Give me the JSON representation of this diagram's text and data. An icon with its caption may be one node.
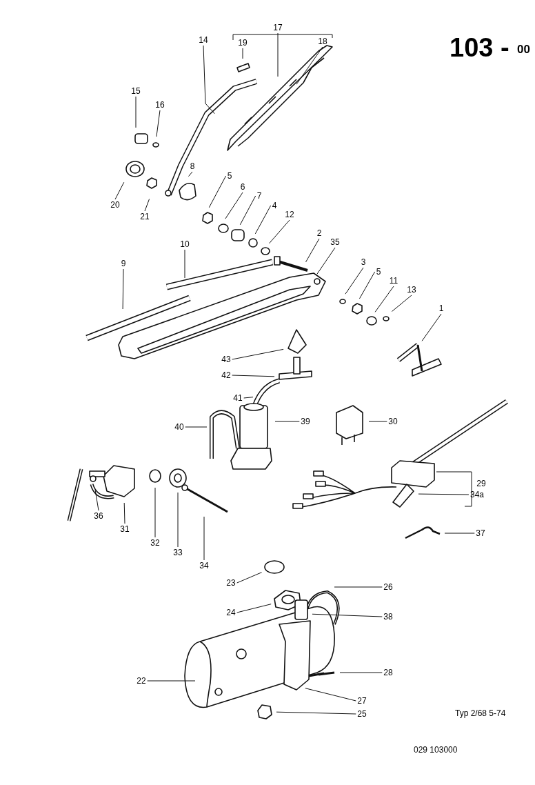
{
  "diagram": {
    "nodes": [
      {
        "text": [
          "17"
        ]
      },
      {
        "text": [
          "19"
        ]
      },
      {
        "text": [
          "18"
        ]
      },
      {
        "text": [
          "14"
        ]
      },
      {
        "text": [
          "15"
        ]
      },
      {
        "text": [
          "16"
        ]
      },
      {
        "text": [
          "8"
        ]
      },
      {
        "text": [
          "20"
        ]
      },
      {
        "text": [
          "21"
        ]
      },
      {
        "text": [
          "5"
        ]
      },
      {
        "text": [
          "6"
        ]
      },
      {
        "text": [
          "7"
        ]
      },
      {
        "text": [
          "4"
        ]
      },
      {
        "text": [
          "12"
        ]
      },
      {
        "text": [
          "2"
        ]
      },
      {
        "text": [
          "35"
        ]
      },
      {
        "text": [
          "10"
        ]
      },
      {
        "text": [
          "9"
        ]
      },
      {
        "text": [
          "3"
        ]
      },
      {
        "text": [
          "5"
        ]
      },
      {
        "text": [
          "11"
        ]
      },
      {
        "text": [
          "13"
        ]
      },
      {
        "text": [
          "1"
        ]
      },
      {
        "text": [
          "43"
        ]
      },
      {
        "text": [
          "42"
        ]
      },
      {
        "text": [
          "41"
        ]
      },
      {
        "text": [
          "40"
        ]
      },
      {
        "text": [
          "39"
        ]
      },
      {
        "text": [
          "30"
        ]
      },
      {
        "text": [
          "29"
        ]
      },
      {
        "text": [
          "34a"
        ]
      },
      {
        "text": [
          "36"
        ]
      },
      {
        "text": [
          "31"
        ]
      },
      {
        "text": [
          "32"
        ]
      },
      {
        "text": [
          "33"
        ]
      },
      {
        "text": [
          "34"
        ]
      },
      {
        "text": [
          "37"
        ]
      },
      {
        "text": [
          "23"
        ]
      },
      {
        "text": [
          "26"
        ]
      },
      {
        "text": [
          "24"
        ]
      },
      {
        "text": [
          "38"
        ]
      },
      {
        "text": [
          "22"
        ]
      },
      {
        "text": [
          "28"
        ]
      },
      {
        "text": [
          "27"
        ]
      },
      {
        "text": [
          "25"
        ]
      }
    ],
    "edges": [
      {
        "from": 0,
        "to": null,
        "arrow": "none"
      },
      {
        "from": 1,
        "to": null,
        "arrow": "none"
      },
      {
        "from": 2,
        "to": null,
        "arrow": "none"
      },
      {
        "from": 3,
        "to": null,
        "arrow": "none"
      },
      {
        "from": 4,
        "to": null,
        "arrow": "none"
      },
      {
        "from": 5,
        "to": null,
        "arrow": "none"
      },
      {
        "from": 6,
        "to": null,
        "arrow": "none"
      },
      {
        "from": 7,
        "to": null,
        "arrow": "none"
      },
      {
        "from": 8,
        "to": null,
        "arrow": "none"
      },
      {
        "from": 9,
        "to": null,
        "arrow": "none"
      },
      {
        "from": 10,
        "to": null,
        "arrow": "none"
      },
      {
        "from": 11,
        "to": null,
        "arrow": "none"
      },
      {
        "from": 12,
        "to": null,
        "arrow": "none"
      },
      {
        "from": 13,
        "to": null,
        "arrow": "none"
      },
      {
        "from": 14,
        "to": null,
        "arrow": "none"
      },
      {
        "from": 15,
        "to": null,
        "arrow": "none"
      },
      {
        "from": 16,
        "to": null,
        "arrow": "none"
      },
      {
        "from": 17,
        "to": null,
        "arrow": "none"
      },
      {
        "from": 18,
        "to": null,
        "arrow": "none"
      },
      {
        "from": 19,
        "to": null,
        "arrow": "none"
      },
      {
        "from": 20,
        "to": null,
        "arrow": "none"
      },
      {
        "from": 21,
        "to": null,
        "arrow": "none"
      },
      {
        "from": 22,
        "to": null,
        "arrow": "none"
      },
      {
        "from": 23,
        "to": null,
        "arrow": "none"
      },
      {
        "from": 24,
        "to": null,
        "arrow": "none"
      },
      {
        "from": 25,
        "to": null,
        "arrow": "none"
      },
      {
        "from": 26,
        "to": null,
        "arrow": "none"
      },
      {
        "from": 27,
        "to": null,
        "arrow": "none"
      },
      {
        "from": 28,
        "to": null,
        "arrow": "none"
      },
      {
        "from": 30,
        "to": null,
        "arrow": "none"
      },
      {
        "from": 31,
        "to": null,
        "arrow": "none"
      },
      {
        "from": 32,
        "to": null,
        "arrow": "none"
      },
      {
        "from": 33,
        "to": null,
        "arrow": "none"
      },
      {
        "from": 34,
        "to": null,
        "arrow": "none"
      },
      {
        "from": 35,
        "to": null,
        "arrow": "none"
      },
      {
        "from": 36,
        "to": null,
        "arrow": "none"
      },
      {
        "from": 37,
        "to": null,
        "arrow": "none"
      },
      {
        "from": 38,
        "to": null,
        "arrow": "none"
      },
      {
        "from": 39,
        "to": null,
        "arrow": "none"
      },
      {
        "from": 40,
        "to": null,
        "arrow": "none"
      },
      {
        "from": 41,
        "to": null,
        "arrow": "none"
      },
      {
        "from": 42,
        "to": null,
        "arrow": "none"
      },
      {
        "from": 43,
        "to": null,
        "arrow": "none"
      },
      {
        "from": 44,
        "to": null,
        "arrow": "none"
      }
    ],
    "labels": [
      "103 -",
      "00",
      "Typ 2/68  5-74",
      "029  103000"
    ]
  }
}
